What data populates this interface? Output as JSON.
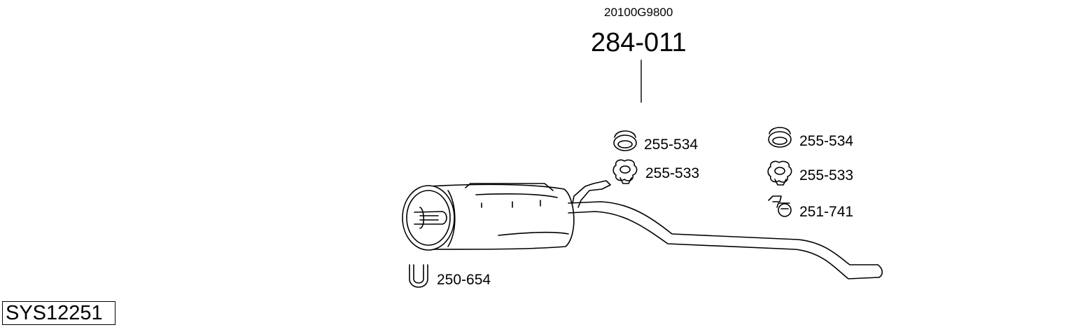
{
  "oe_number": "20100G9800",
  "main_part": "284-011",
  "system_id": "SYS12251",
  "parts": [
    {
      "number": "255-534",
      "type": "rubber-mount-ring"
    },
    {
      "number": "255-533",
      "type": "rubber-mount-bobbin"
    },
    {
      "number": "255-534",
      "type": "rubber-mount-ring"
    },
    {
      "number": "255-533",
      "type": "rubber-mount-bobbin"
    },
    {
      "number": "251-741",
      "type": "clamp"
    },
    {
      "number": "250-654",
      "type": "u-bolt"
    }
  ],
  "colors": {
    "stroke": "#000000",
    "background": "#ffffff"
  }
}
